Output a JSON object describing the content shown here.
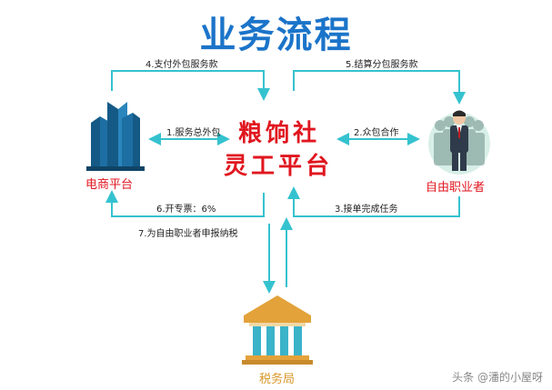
{
  "title": "业务流程",
  "center": {
    "line1": "粮饷社",
    "line2": "灵工平台"
  },
  "parties": {
    "ecommerce": "电商平台",
    "freelancer": "自由职业者",
    "tax_bureau": "税务局"
  },
  "flows": {
    "f1": "1.服务总外包",
    "f2": "2.众包合作",
    "f3": "3.接单完成任务",
    "f4": "4.支付外包服务款",
    "f5": "5.结算分包服务款",
    "f6": "6.开专票：6%",
    "f7": "7.为自由职业者申报纳税"
  },
  "watermark": "头条 @潘的小屋呀",
  "colors": {
    "line": "#35c2cf",
    "title": "#1b74c9",
    "center_text": "#e0161f",
    "ecommerce_label": "#e0161f",
    "freelancer_label": "#e0161f",
    "tax_label": "#d9982a",
    "building": "#1d6fa3",
    "bank_roof": "#e3a23a",
    "bank_pillar": "#3bb3c9"
  }
}
